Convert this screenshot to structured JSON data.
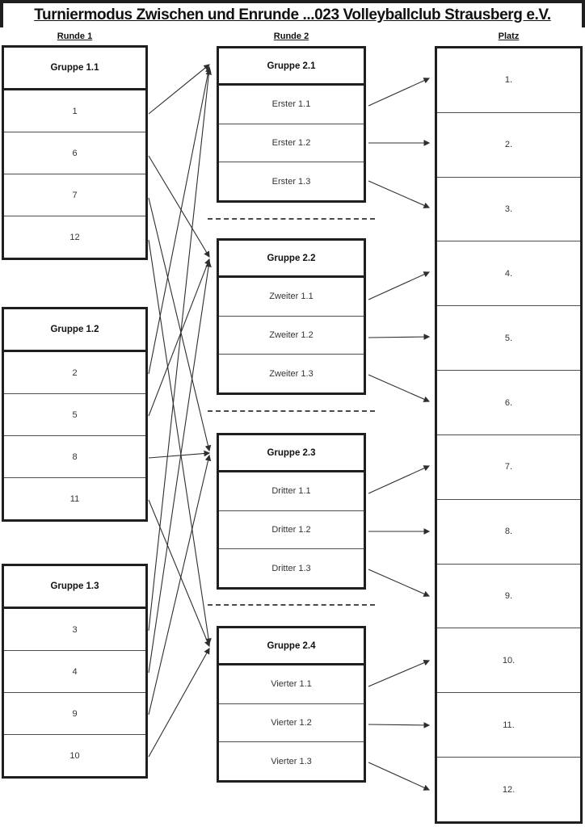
{
  "title": "Turniermodus Zwischen und Enrunde ...023 Volleyballclub Strausberg e.V.",
  "columns": {
    "round1": {
      "header": "Runde 1",
      "groups": [
        {
          "title": "Gruppe 1.1",
          "cells": [
            "1",
            "6",
            "7",
            "12"
          ]
        },
        {
          "title": "Gruppe 1.2",
          "cells": [
            "2",
            "5",
            "8",
            "11"
          ]
        },
        {
          "title": "Gruppe 1.3",
          "cells": [
            "3",
            "4",
            "9",
            "10"
          ]
        }
      ]
    },
    "round2": {
      "header": "Runde 2",
      "groups": [
        {
          "title": "Gruppe 2.1",
          "cells": [
            "Erster 1.1",
            "Erster 1.2",
            "Erster 1.3"
          ]
        },
        {
          "title": "Gruppe 2.2",
          "cells": [
            "Zweiter 1.1",
            "Zweiter 1.2",
            "Zweiter 1.3"
          ]
        },
        {
          "title": "Gruppe 2.3",
          "cells": [
            "Dritter 1.1",
            "Dritter 1.2",
            "Dritter 1.3"
          ]
        },
        {
          "title": "Gruppe 2.4",
          "cells": [
            "Vierter 1.1",
            "Vierter 1.2",
            "Vierter 1.3"
          ]
        }
      ]
    },
    "places": {
      "header": "Platz",
      "cells": [
        "1.",
        "2.",
        "3.",
        "4.",
        "5.",
        "6.",
        "7.",
        "8.",
        "9.",
        "10.",
        "11.",
        "12."
      ]
    }
  },
  "connectors": {
    "round1_to_round2": [
      {
        "from": "1",
        "to": "Gruppe 2.1",
        "line": [
          184,
          141,
          259,
          80
        ]
      },
      {
        "from": "2",
        "to": "Gruppe 2.1",
        "line": [
          184,
          463,
          259,
          83
        ]
      },
      {
        "from": "3",
        "to": "Gruppe 2.1",
        "line": [
          184,
          781,
          259,
          86
        ]
      },
      {
        "from": "6",
        "to": "Gruppe 2.2",
        "line": [
          184,
          193,
          259,
          318
        ]
      },
      {
        "from": "5",
        "to": "Gruppe 2.2",
        "line": [
          184,
          515,
          259,
          321
        ]
      },
      {
        "from": "4",
        "to": "Gruppe 2.2",
        "line": [
          184,
          833,
          259,
          324
        ]
      },
      {
        "from": "7",
        "to": "Gruppe 2.3",
        "line": [
          184,
          245,
          259,
          558
        ]
      },
      {
        "from": "8",
        "to": "Gruppe 2.3",
        "line": [
          184,
          567,
          259,
          561
        ]
      },
      {
        "from": "9",
        "to": "Gruppe 2.3",
        "line": [
          184,
          885,
          259,
          564
        ]
      },
      {
        "from": "12",
        "to": "Gruppe 2.4",
        "line": [
          184,
          297,
          259,
          797
        ]
      },
      {
        "from": "11",
        "to": "Gruppe 2.4",
        "line": [
          184,
          619,
          259,
          800
        ]
      },
      {
        "from": "10",
        "to": "Gruppe 2.4",
        "line": [
          184,
          937,
          259,
          803
        ]
      }
    ],
    "round2_to_places": [
      {
        "from": "Erster 1.1",
        "to": "1.",
        "line": [
          456,
          131,
          531,
          97
        ]
      },
      {
        "from": "Erster 1.2",
        "to": "2.",
        "line": [
          456,
          177,
          531,
          177
        ]
      },
      {
        "from": "Erster 1.3",
        "to": "3.",
        "line": [
          456,
          224,
          531,
          257
        ]
      },
      {
        "from": "Zweiter 1.1",
        "to": "4.",
        "line": [
          456,
          371,
          531,
          337
        ]
      },
      {
        "from": "Zweiter 1.2",
        "to": "5.",
        "line": [
          456,
          418,
          531,
          417
        ]
      },
      {
        "from": "Zweiter 1.3",
        "to": "6.",
        "line": [
          456,
          464,
          531,
          497
        ]
      },
      {
        "from": "Dritter 1.1",
        "to": "7.",
        "line": [
          456,
          611,
          531,
          577
        ]
      },
      {
        "from": "Dritter 1.2",
        "to": "8.",
        "line": [
          456,
          658,
          531,
          658
        ]
      },
      {
        "from": "Dritter 1.3",
        "to": "9.",
        "line": [
          456,
          705,
          531,
          738
        ]
      },
      {
        "from": "Vierter 1.1",
        "to": "10.",
        "line": [
          456,
          850,
          531,
          818
        ]
      },
      {
        "from": "Vierter 1.2",
        "to": "11.",
        "line": [
          456,
          897,
          531,
          898
        ]
      },
      {
        "from": "Vierter 1.3",
        "to": "12.",
        "line": [
          456,
          944,
          531,
          978
        ]
      }
    ]
  },
  "colors": {
    "border": "#1f1f1f",
    "arrow_line": "#2e2e2e",
    "text": "#333333"
  }
}
